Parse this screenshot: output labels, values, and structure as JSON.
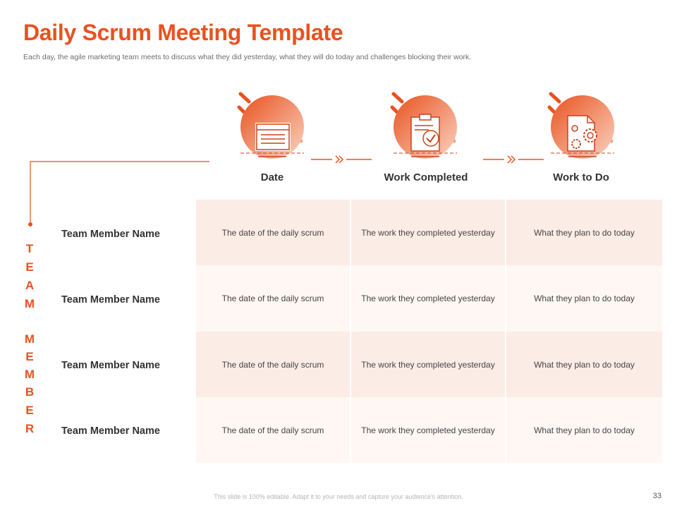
{
  "slide": {
    "title": "Daily Scrum Meeting Template",
    "subtitle": "Each day, the agile marketing team meets to discuss what they did yesterday, what they will do today and challenges blocking their work.",
    "footer": "This slide is 100% editable. Adapt it to your needs and capture your audience's attention.",
    "page_number": "33",
    "accent_color": "#e8521f"
  },
  "columns": [
    {
      "label": "Date",
      "icon": "calendar-icon"
    },
    {
      "label": "Work Completed",
      "icon": "clipboard-check-icon"
    },
    {
      "label": "Work to Do",
      "icon": "document-gears-icon"
    }
  ],
  "side_label": [
    "T",
    "E",
    "A",
    "M",
    "M",
    "E",
    "M",
    "B",
    "E",
    "R"
  ],
  "rows": [
    {
      "name": "Team Member Name",
      "cells": [
        "The date of the daily scrum",
        "The work they completed yesterday",
        "What they plan to do today"
      ]
    },
    {
      "name": "Team Member Name",
      "cells": [
        "The date of the daily scrum",
        "The work they completed yesterday",
        "What they plan to do today"
      ]
    },
    {
      "name": "Team Member Name",
      "cells": [
        "The date of the daily scrum",
        "The work they completed yesterday",
        "What they plan to do today"
      ]
    },
    {
      "name": "Team Member Name",
      "cells": [
        "The date of the daily scrum",
        "The work they completed yesterday",
        "What they plan to do today"
      ]
    }
  ]
}
